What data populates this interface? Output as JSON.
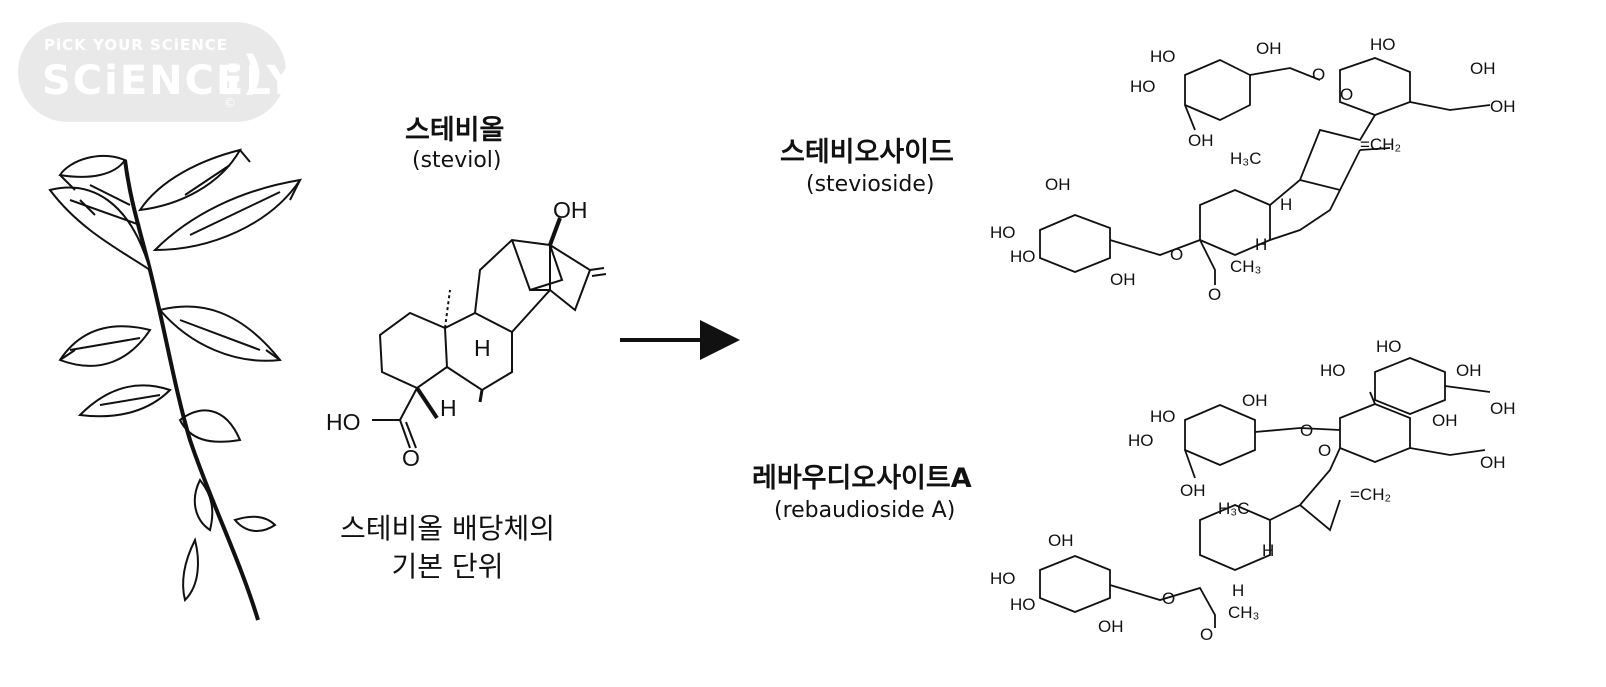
{
  "logo": {
    "tagline": "PiCK YOUR SCiENCE",
    "wordmark": "SCiENCELY",
    "copyright": "©"
  },
  "steviol": {
    "title_ko": "스테비올",
    "title_en": "(steviol)",
    "desc_line1": "스테비올 배당체의",
    "desc_line2": "기본 단위"
  },
  "stevioside": {
    "title_ko": "스테비오사이드",
    "title_en": "(stevioside)"
  },
  "rebaudioside": {
    "title_ko": "레바우디오사이트A",
    "title_en": "(rebaudioside A)"
  },
  "atoms": {
    "oh": "OH",
    "ho": "HO",
    "o": "O",
    "h": "H",
    "h3c": "H₃C",
    "ch3": "CH₃",
    "ch2": "=CH₂"
  },
  "colors": {
    "ink": "#111111",
    "logo_bg": "#e9e9e9"
  }
}
